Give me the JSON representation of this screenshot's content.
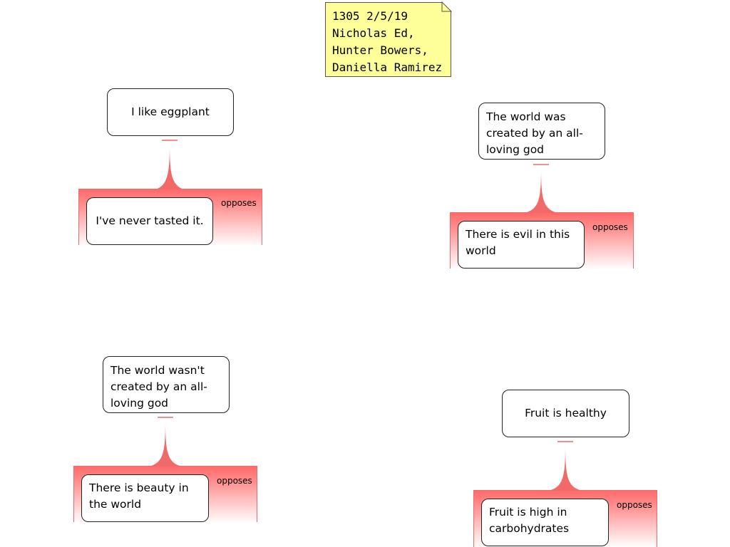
{
  "note": {
    "lines": [
      "1305 2/5/19",
      "Nicholas Ed,",
      "Hunter Bowers,",
      "Daniella Ramirez"
    ]
  },
  "maps": [
    {
      "claim": "I like eggplant",
      "relation": "opposes",
      "objection": "I've never tasted it."
    },
    {
      "claim": "The world was\ncreated by an all-\nloving god",
      "relation": "opposes",
      "objection": "There is evil in this\nworld"
    },
    {
      "claim": "The world wasn't\ncreated by an all-\nloving god",
      "relation": "opposes",
      "objection": "There is beauty in\nthe world"
    },
    {
      "claim": "Fruit is healthy",
      "relation": "opposes",
      "objection": "Fruit is high in\ncarbohydrates"
    }
  ],
  "colors": {
    "band_top": "#ff6a6a",
    "connector": "#f06a6a",
    "note_bg": "#ffff99"
  }
}
